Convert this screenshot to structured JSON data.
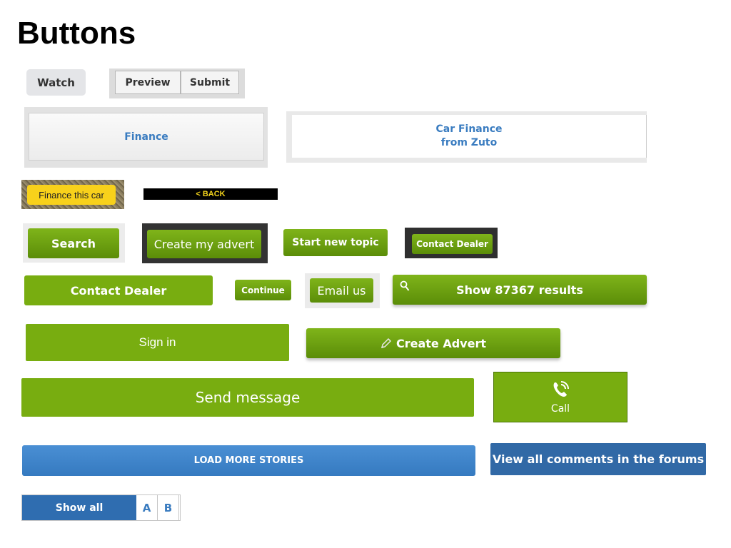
{
  "page": {
    "title": "Buttons"
  },
  "buttons": {
    "watch": "Watch",
    "preview": "Preview",
    "submit": "Submit",
    "finance": "Finance",
    "car_finance_line1": "Car Finance",
    "car_finance_line2": "from Zuto",
    "finance_this_car": "Finance this car",
    "back": "< BACK",
    "search": "Search",
    "create_my_advert": "Create my advert",
    "start_new_topic": "Start new topic",
    "contact_dealer_small": "Contact Dealer",
    "contact_dealer": "Contact Dealer",
    "continue": "Continue",
    "email_us": "Email us",
    "show_results": "Show 87367 results",
    "sign_in": "Sign in",
    "create_advert": "Create Advert",
    "send_message": "Send message",
    "call": "Call",
    "load_more_stories": "LOAD MORE STORIES",
    "view_all_comments": "View all comments in the forums",
    "show_all": "Show all",
    "letters": [
      "A",
      "B"
    ]
  },
  "icons": {
    "show_results": "search-icon",
    "create_advert": "pencil-icon",
    "call": "phone-icon"
  },
  "colors": {
    "green": "#78ad10",
    "blue": "#3169a6",
    "yellow": "#f8d11b",
    "link_blue": "#3a7cc0"
  }
}
